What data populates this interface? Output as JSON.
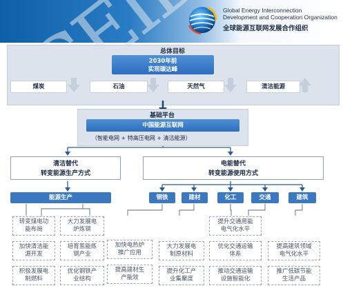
{
  "header": {
    "org_name_en_line1": "Global Energy Interconnection",
    "org_name_en_line2": "Development and Cooperation Organization",
    "org_name_zh": "全球能源互联网发展合作组织"
  },
  "watermark_text": "GEIDCO",
  "goal": {
    "title": "总体目标",
    "target_line1": "2030年前",
    "target_line2": "实现碳达峰",
    "sources": [
      {
        "label": "煤炭",
        "trend": "down"
      },
      {
        "label": "石油",
        "trend": "down"
      },
      {
        "label": "天然气",
        "trend": "down"
      },
      {
        "label": "清洁能源",
        "trend": "up"
      }
    ]
  },
  "platform": {
    "title": "基础平台",
    "name": "中国能源互联网",
    "subtitle": "（智能电网 + 特高压电网 + 清洁能源）"
  },
  "strategies": {
    "left": {
      "line1": "清洁替代",
      "line2": "转变能源生产方式"
    },
    "right": {
      "line1": "电能替代",
      "line2": "转变能源使用方式"
    }
  },
  "sectors": [
    {
      "label": "能源生产"
    },
    {
      "label": "钢铁"
    },
    {
      "label": "建材"
    },
    {
      "label": "化工"
    },
    {
      "label": "交通"
    },
    {
      "label": "建筑"
    }
  ],
  "measures": {
    "energy_production_col1": [
      "转变煤电功能布局",
      "加快清洁能源开发",
      "积极发展电制燃料"
    ],
    "energy_production_col2": [
      "大力发展电炉炼钢",
      "培育氢能炼钢产业",
      "优化钢铁产业结构"
    ],
    "building_materials": [
      "加快电热炉推广应用",
      "提高建材生产能效"
    ],
    "chemicals": [
      "大力发展电制原材料",
      "提升化工产业集聚度"
    ],
    "transport": [
      "提升交通用能电气化水平",
      "优化交通运输体系",
      "推动交通运输设施智能化"
    ],
    "buildings": [
      "提高建筑领域电气化水平",
      "推广低碳节能生活产品"
    ]
  }
}
